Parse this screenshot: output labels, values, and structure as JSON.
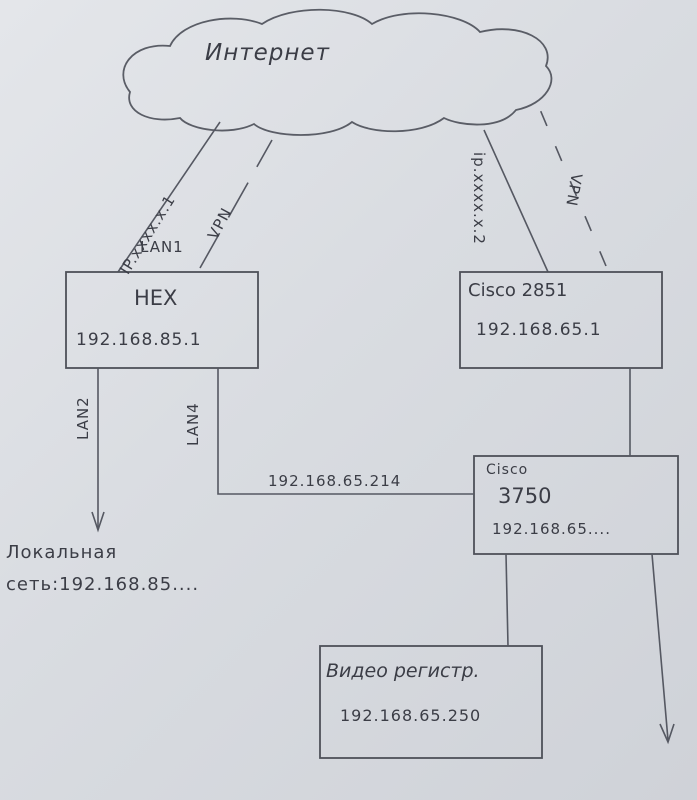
{
  "cloud": {
    "label": "Интернет"
  },
  "links": {
    "hex_wan_ip": "IP.xxxx.x.1",
    "hex_lan1": "LAN1",
    "hex_vpn": "VPN",
    "cisco_wan_ip": "ip.xxxx.x.2",
    "cisco_vpn": "VPN",
    "lan2": "LAN2",
    "lan4": "LAN4",
    "lan4_ip": "192.168.65.214"
  },
  "hex": {
    "title": "HEX",
    "ip": "192.168.85.1"
  },
  "cisco2851": {
    "title": "Cisco 2851",
    "ip": "192.168.65.1"
  },
  "cisco3750": {
    "title": "Cisco",
    "model": "3750",
    "ip": "192.168.65...."
  },
  "dvr": {
    "title": "Видео регистр.",
    "ip": "192.168.65.250"
  },
  "local_net": {
    "line1": "Локальная",
    "line2": "сеть:192.168.85...."
  },
  "colors": {
    "paper": "#dcdfe4",
    "ink": "#3b3d46"
  }
}
